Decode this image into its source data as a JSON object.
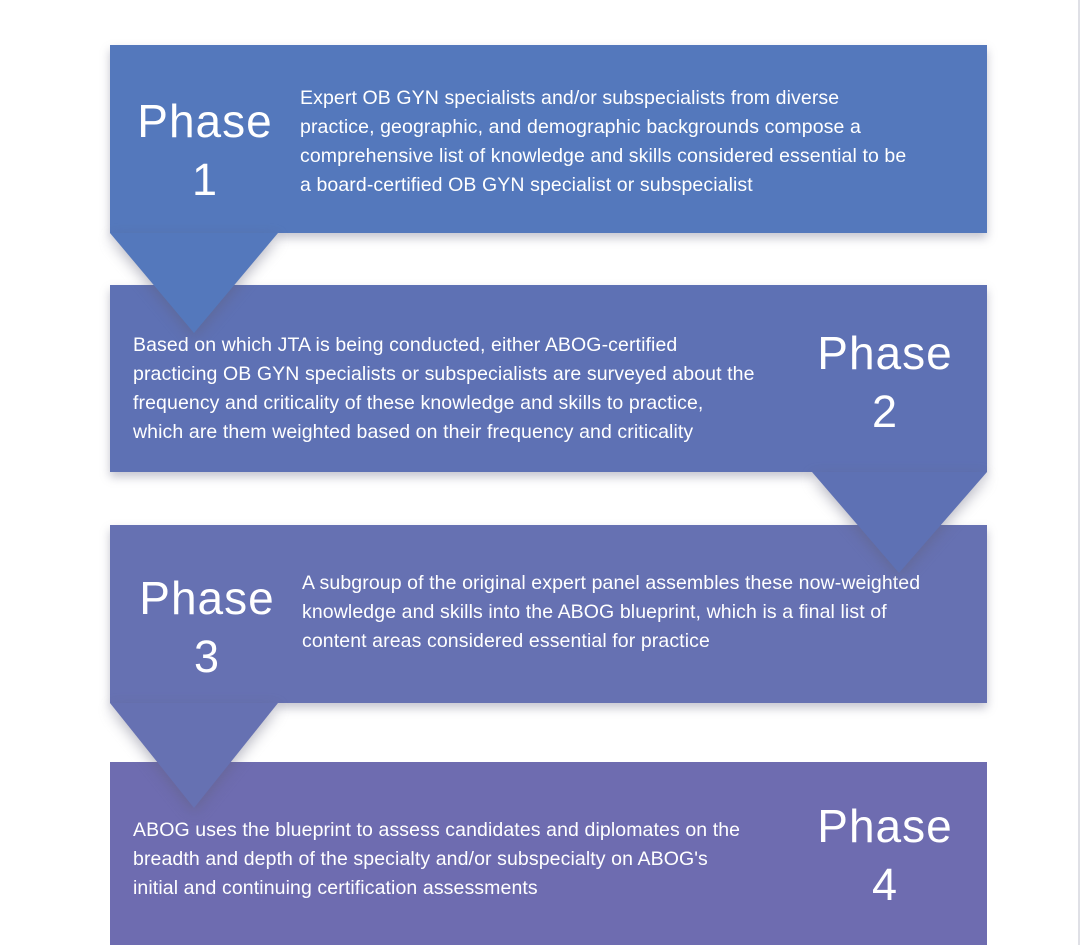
{
  "background": "#ffffff",
  "text_color": "#ffffff",
  "phases": [
    {
      "name": "phase-1",
      "label": "Phase",
      "number": "1",
      "color": "#5478bc",
      "label_side": "left",
      "description": "Expert OB GYN specialists and/or subspecialists from diverse\npractice, geographic, and demographic backgrounds compose a\ncomprehensive list of knowledge and skills considered essential to be\na board-certified OB GYN specialist or subspecialist"
    },
    {
      "name": "phase-2",
      "label": "Phase",
      "number": "2",
      "color": "#5e71b4",
      "label_side": "right",
      "description": "Based on which JTA is being conducted, either ABOG-certified\npracticing OB GYN specialists or subspecialists are surveyed about the\nfrequency and criticality of these knowledge and skills to practice,\nwhich are them weighted based on their frequency and criticality"
    },
    {
      "name": "phase-3",
      "label": "Phase",
      "number": "3",
      "color": "#6671b2",
      "label_side": "left",
      "description": "A subgroup of the original expert panel assembles these now-weighted\nknowledge and skills into the ABOG blueprint, which is a final list of\ncontent areas considered essential for practice"
    },
    {
      "name": "phase-4",
      "label": "Phase",
      "number": "4",
      "color": "#6e6cb0",
      "label_side": "right",
      "description": "ABOG uses the blueprint to assess candidates and diplomates on the\nbreadth and depth of the specialty and/or subspecialty on ABOG's\ninitial and continuing certification assessments"
    }
  ]
}
